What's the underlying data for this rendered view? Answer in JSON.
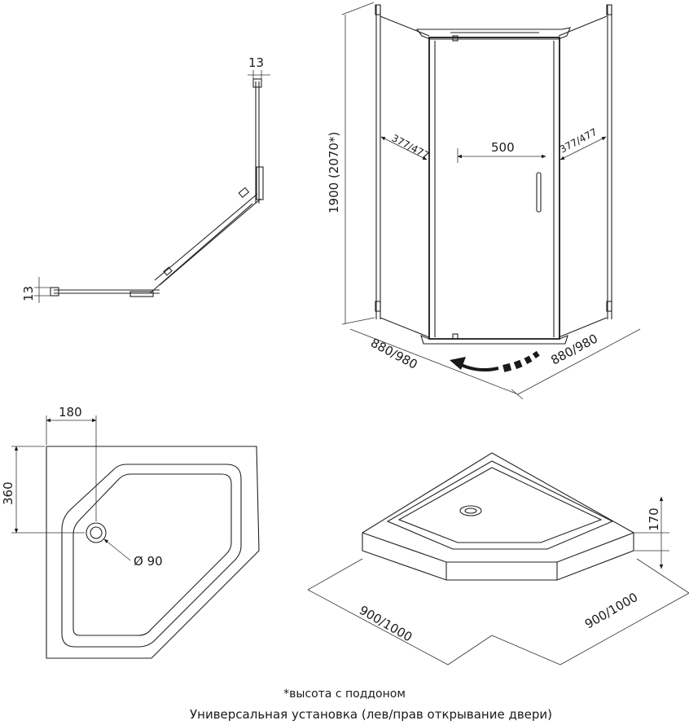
{
  "plan_view": {
    "dim_top": "13",
    "dim_left": "13"
  },
  "front_view": {
    "height": "1900 (2070*)",
    "door_width": "500",
    "side_left": "377/477",
    "side_right": "377/477",
    "depth_left": "880/980",
    "depth_right": "880/980"
  },
  "tray_plan": {
    "offset_x": "180",
    "offset_y": "360",
    "drain": "Ø 90"
  },
  "tray_iso": {
    "height": "170",
    "width_left": "900/1000",
    "width_right": "900/1000"
  },
  "footer": {
    "note": "*высота с поддоном",
    "install": "Универсальная установка (лев/прав открывание двери)"
  }
}
